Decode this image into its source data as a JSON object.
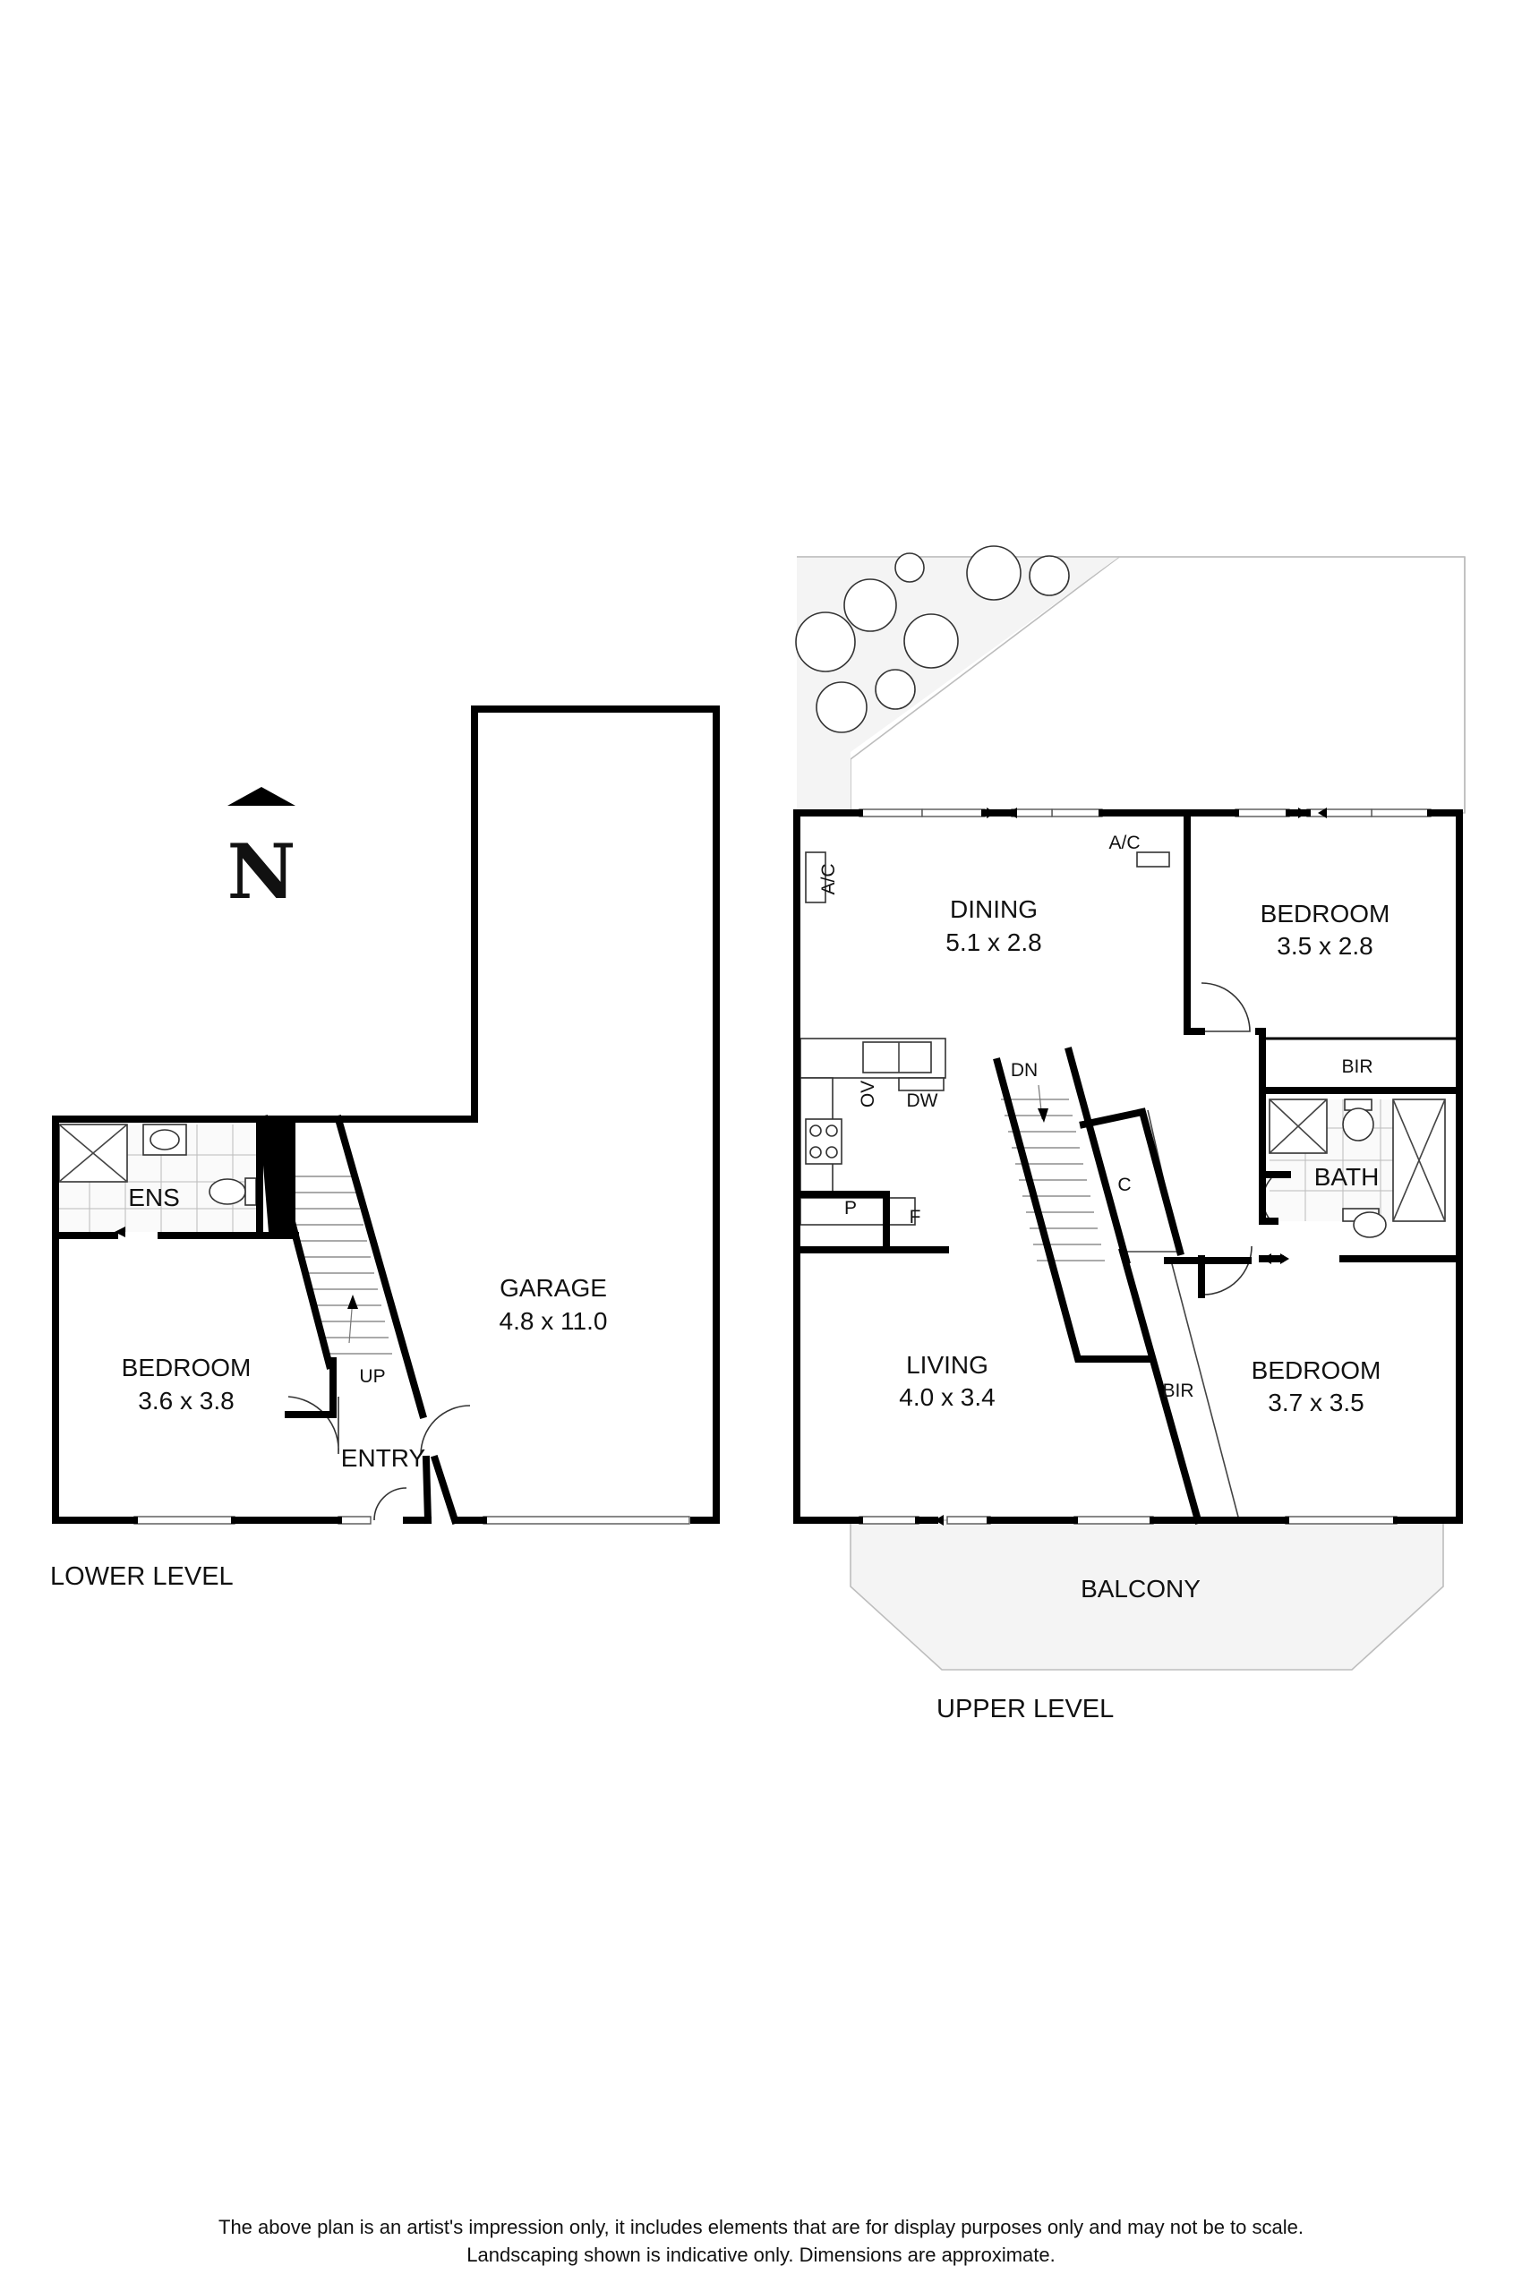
{
  "north": {
    "letter": "N"
  },
  "lower_level": {
    "title": "LOWER LEVEL",
    "rooms": {
      "ens": {
        "name": "ENS"
      },
      "bedroom": {
        "name": "BEDROOM",
        "size": "3.6 x 3.8"
      },
      "garage": {
        "name": "GARAGE",
        "size": "4.8 x 11.0"
      },
      "entry": {
        "name": "ENTRY"
      }
    },
    "stairs": {
      "label": "UP"
    }
  },
  "upper_level": {
    "title": "UPPER LEVEL",
    "rooms": {
      "dining": {
        "name": "DINING",
        "size": "5.1  x 2.8"
      },
      "bedroom_north": {
        "name": "BEDROOM",
        "size": "3.5 x 2.8"
      },
      "bir_north": {
        "name": "BIR"
      },
      "bath": {
        "name": "BATH"
      },
      "living": {
        "name": "LIVING",
        "size": "4.0 x 3.4"
      },
      "bedroom_south": {
        "name": "BEDROOM",
        "size": "3.7 x 3.5"
      },
      "bir_south": {
        "name": "BIR"
      },
      "balcony": {
        "name": "BALCONY"
      }
    },
    "fixtures": {
      "ac_west": "A/C",
      "ac_north": "A/C",
      "dw": "DW",
      "ov": "OV",
      "pantry": "P",
      "fridge": "F",
      "cupboard": "C"
    },
    "stairs": {
      "label": "DN"
    }
  },
  "disclaimer": {
    "line1": "The above plan is an artist's impression only, it includes elements that are for display purposes only and may not be to scale.",
    "line2": "Landscaping shown is indicative only. Dimensions are approximate."
  }
}
